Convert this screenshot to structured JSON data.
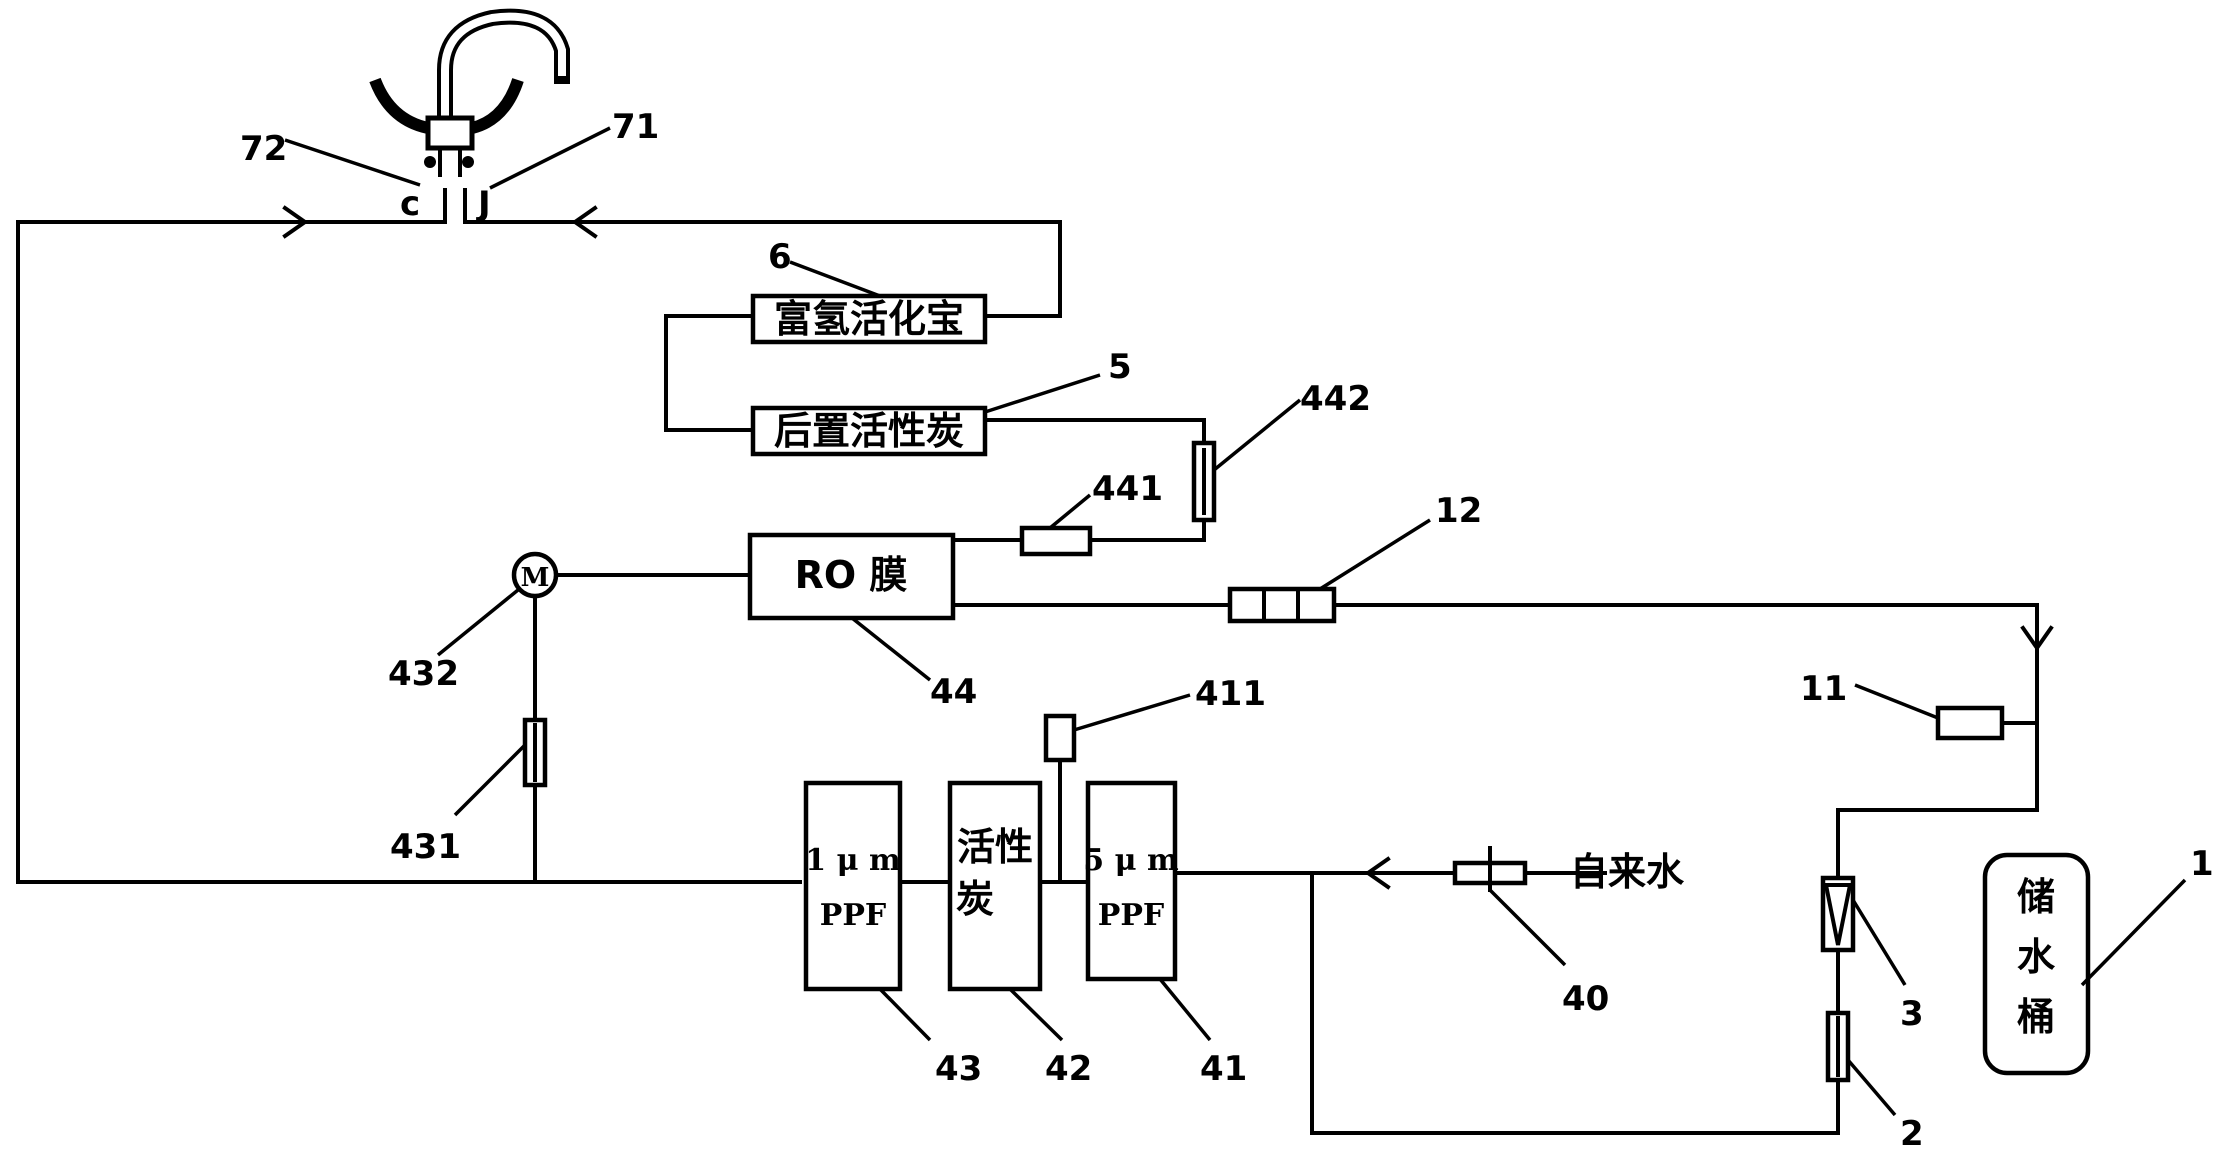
{
  "components": {
    "tank": {
      "number": "1",
      "text": [
        "储",
        "水",
        "桶"
      ]
    },
    "valve_2": {
      "number": "2"
    },
    "check_3": {
      "number": "3"
    },
    "sensor_11": {
      "number": "11"
    },
    "valve_12": {
      "number": "12"
    },
    "post_carbon": {
      "number": "5",
      "text": "后置活性炭"
    },
    "hydrogen": {
      "number": "6",
      "text": "富氢活化宝"
    },
    "tap_c": {
      "number": "72",
      "text": "c"
    },
    "tap_j": {
      "number": "71",
      "text": "J"
    },
    "ro": {
      "number": "44",
      "text": "RO 膜"
    },
    "flow_441": {
      "number": "441"
    },
    "valve_442": {
      "number": "442"
    },
    "motor": {
      "number": "432",
      "text": "M"
    },
    "valve_431": {
      "number": "431"
    },
    "ppf1": {
      "number": "43",
      "line1": "1 μ m",
      "line2": "PPF"
    },
    "carbon": {
      "number": "42",
      "line1": "活性",
      "line2": "炭"
    },
    "ppf5": {
      "number": "41",
      "line1": "5 μ m",
      "line2": "PPF"
    },
    "sensor_411": {
      "number": "411"
    },
    "inlet_valve": {
      "number": "40"
    }
  },
  "inlet_label": "自来水"
}
